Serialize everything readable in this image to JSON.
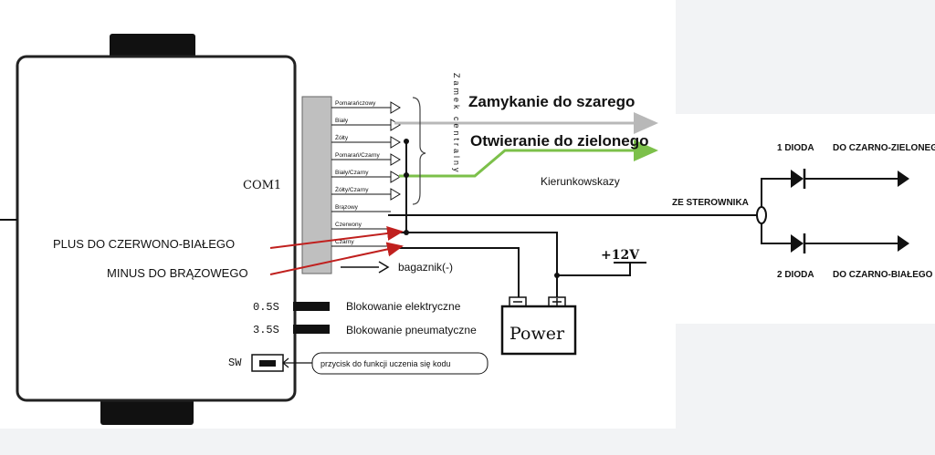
{
  "module": {
    "com_label": "COM1"
  },
  "wires": [
    {
      "label": "Pomarańczowy"
    },
    {
      "label": "Biały"
    },
    {
      "label": "Żółty"
    },
    {
      "label": "Pomarań/Czarny"
    },
    {
      "label": "Biały/Czarny"
    },
    {
      "label": "Żółty/Czarny"
    },
    {
      "label": "Brązowy"
    },
    {
      "label": "Czerwony"
    },
    {
      "label": "Czarny"
    }
  ],
  "vertical_label": "Zamek centralny",
  "annotations": {
    "lock": "Zamykanie do szarego",
    "unlock": "Otwieranie do zielonego",
    "turn_signals": "Kierunkowskazy",
    "from_controller": "ZE STEROWNIKA",
    "plus": "PLUS DO CZERWONO-BIAŁEGO",
    "minus": "MINUS DO BRĄZOWEGO",
    "trunk": "bagaznik(-)",
    "diode1": "1 DIODA",
    "diode2": "2 DIODA",
    "to_green": "DO CZARNO-ZIELONEGO",
    "to_white": "DO CZARNO-BIAŁEGO"
  },
  "power": {
    "label": "Power",
    "voltage": "+12V"
  },
  "switches": [
    {
      "code": "0.5S",
      "label": "Blokowanie elektryczne"
    },
    {
      "code": "3.5S",
      "label": "Blokowanie pneumatyczne"
    }
  ],
  "sw": {
    "code": "SW",
    "label": "przycisk do funkcji uczenia się kodu"
  },
  "colors": {
    "grey_wire": "#b8b8b8",
    "green_wire": "#7cc04a",
    "red_arrow": "#c0201e"
  }
}
